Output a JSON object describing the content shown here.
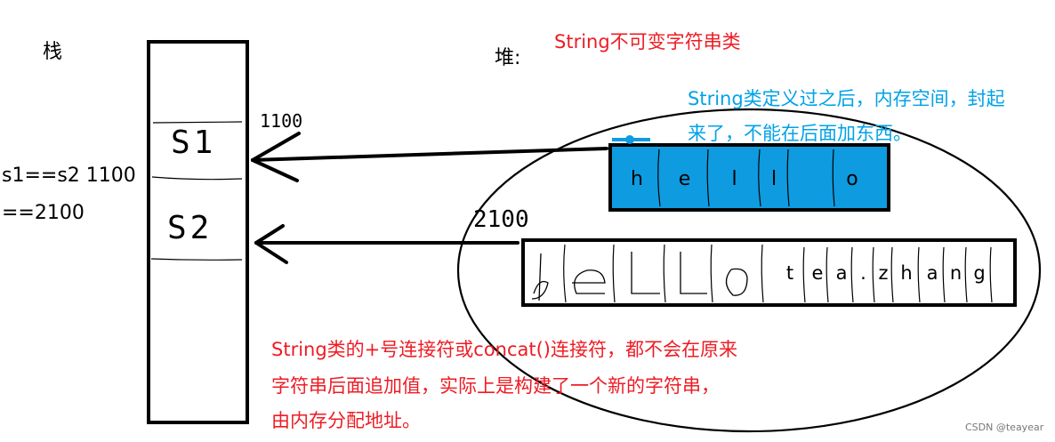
{
  "labels": {
    "stack": "栈",
    "heap": "堆:",
    "compare_line1": "s1==s2   1100",
    "compare_line2": "==2100",
    "addr1": "1100",
    "addr2": "2100",
    "var_s1": "S1",
    "var_s2": "S2"
  },
  "notes": {
    "title": "String不可变字符串类",
    "immutable_line1": "String类定义过之后，内存空间，封起",
    "immutable_line2": "来了，不能在后面加东西。",
    "concat_line1": "String类的+号连接符或concat()连接符，都不会在原来",
    "concat_line2": "字符串后面追加值，实际上是构建了一个新的字符串，",
    "concat_line3": "由内存分配地址。"
  },
  "box1": {
    "chars": [
      "h",
      "e",
      "l",
      "l",
      "o"
    ],
    "fill": "#0e9be0"
  },
  "box2": {
    "hand_chars": [
      "h",
      "e",
      "l",
      "l",
      "o"
    ],
    "typed_chars": [
      "t",
      "e",
      "a",
      ".",
      "z",
      "h",
      "a",
      "n",
      "g"
    ]
  },
  "watermark": "CSDN @teayear",
  "colors": {
    "note_red": "#ee1c24",
    "note_blue": "#00a2e8",
    "box_blue": "#0e9be0"
  }
}
